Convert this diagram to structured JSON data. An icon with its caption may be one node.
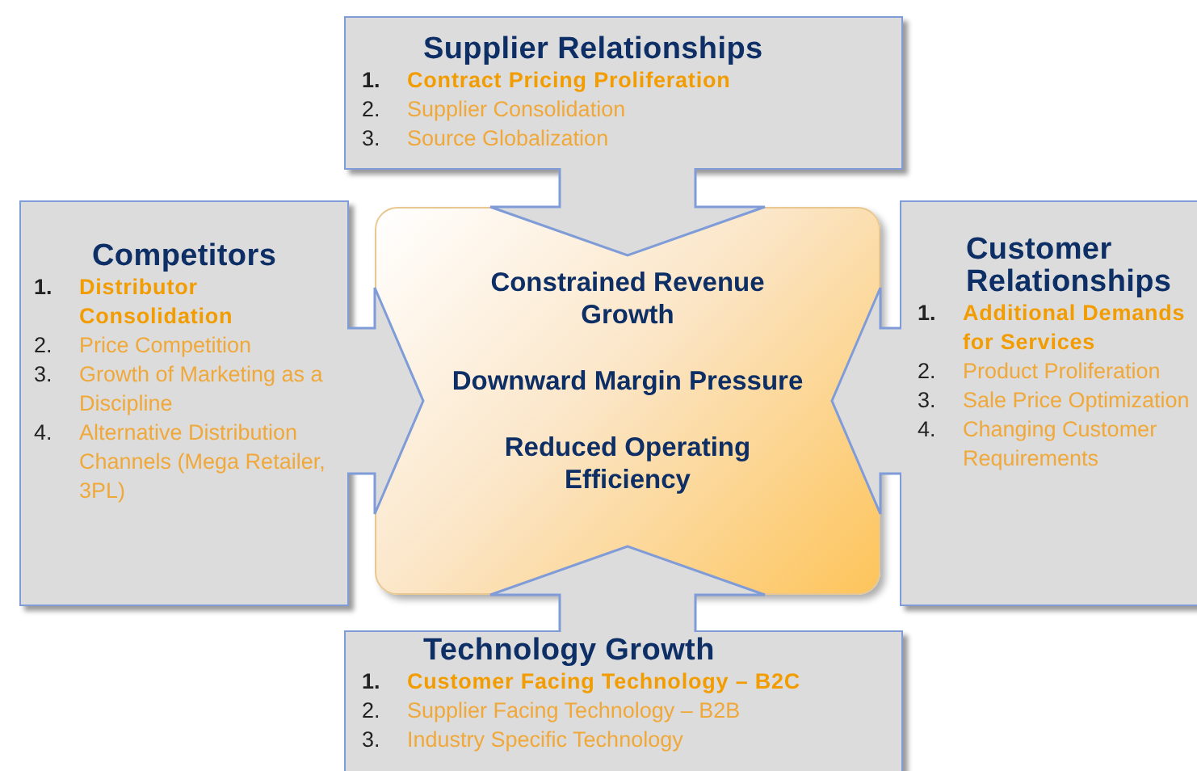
{
  "diagram": {
    "nodes": [
      {
        "text": [
          "Supplier Relationships",
          "1.",
          "Contract Pricing Proliferation",
          "2.",
          "Supplier Consolidation",
          "3.",
          "Source Globalization"
        ]
      },
      {
        "text": [
          "Competitors",
          "1.",
          "Distributor Consolidation",
          "2.",
          "Price Competition",
          "3.",
          "Growth of Marketing as a Discipline",
          "4.",
          "Alternative Distribution Channels (Mega Retailer, 3PL)"
        ]
      },
      {
        "text": [
          "Constrained Revenue Growth",
          "Downward Margin Pressure",
          "Reduced Operating Efficiency"
        ]
      },
      {
        "text": [
          "Customer Relationships",
          "1.",
          "Additional Demands for Services",
          "2.",
          "Product Proliferation",
          "3.",
          "Sale Price Optimization",
          "4.",
          "Changing Customer Requirements"
        ]
      },
      {
        "text": [
          "Technology Growth",
          "1.",
          "Customer Facing Technology – B2C",
          "2.",
          "Supplier Facing Technology – B2B",
          "3.",
          "Industry Specific Technology"
        ]
      }
    ],
    "edges": [
      {
        "from": 0,
        "to": 2,
        "arrow": "to"
      },
      {
        "from": 1,
        "to": 2,
        "arrow": "to"
      },
      {
        "from": 3,
        "to": 2,
        "arrow": "to"
      },
      {
        "from": 4,
        "to": 2,
        "arrow": "to"
      }
    ]
  }
}
